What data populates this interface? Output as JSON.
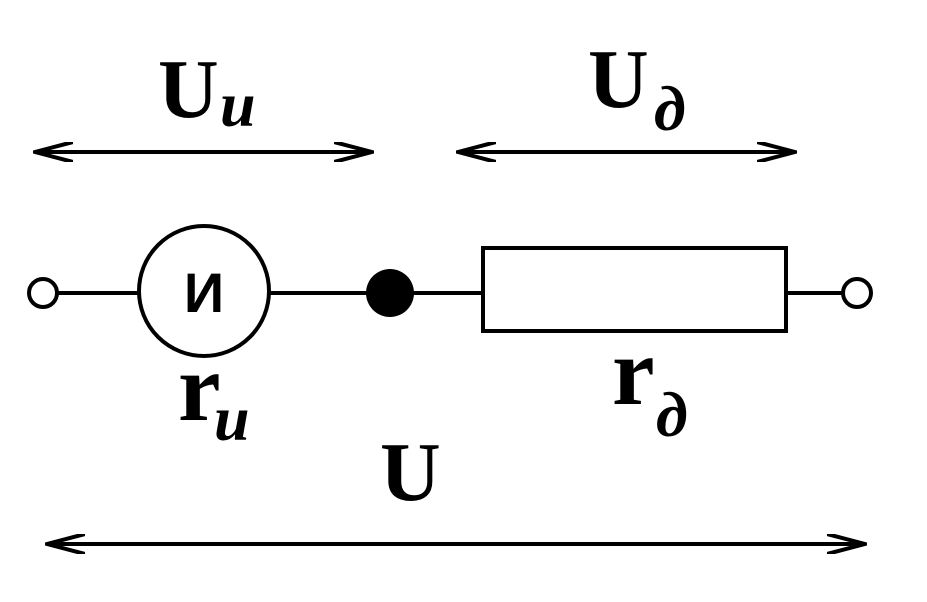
{
  "labels": {
    "u_meter_main": "U",
    "u_meter_sub": "и",
    "u_resistor_main": "U",
    "u_resistor_sub": "д",
    "meter_symbol": "И",
    "r_meter_main": "r",
    "r_meter_sub": "и",
    "r_resistor_main": "r",
    "r_resistor_sub": "д",
    "u_total": "U"
  },
  "colors": {
    "ink": "#000000",
    "background": "#ffffff"
  }
}
